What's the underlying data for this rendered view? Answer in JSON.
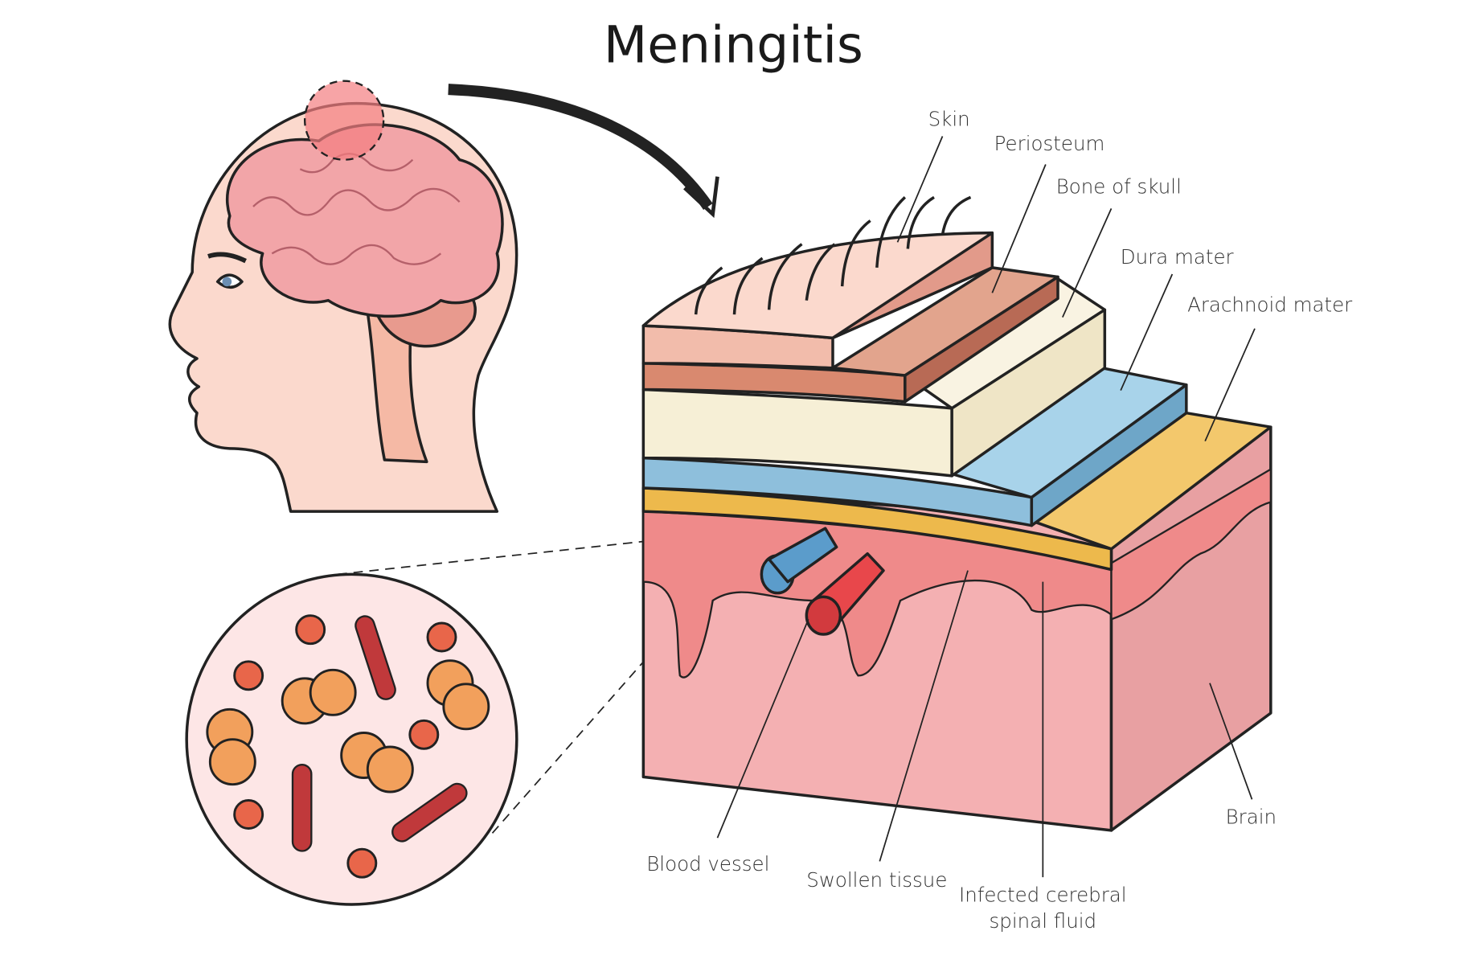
{
  "title": "Meningitis",
  "labels": {
    "skin": "Skin",
    "periosteum": "Periosteum",
    "bone_of_skull": "Bone of skull",
    "dura_mater": "Dura mater",
    "arachnoid_mater": "Arachnoid mater",
    "brain": "Brain",
    "blood_vessel": "Blood vessel",
    "swollen_tissue": "Swollen tissue",
    "infected_csf_line1": "Infected cerebral",
    "infected_csf_line2": "spinal fluid"
  },
  "colors": {
    "skin": "#f9d3c8",
    "periosteum": "#d9896f",
    "bone": "#f6efd6",
    "dura": "#8ebfdc",
    "arachnoid": "#edb94c",
    "tissue": "#ef8a8a",
    "brain": "#f4b0b2"
  }
}
